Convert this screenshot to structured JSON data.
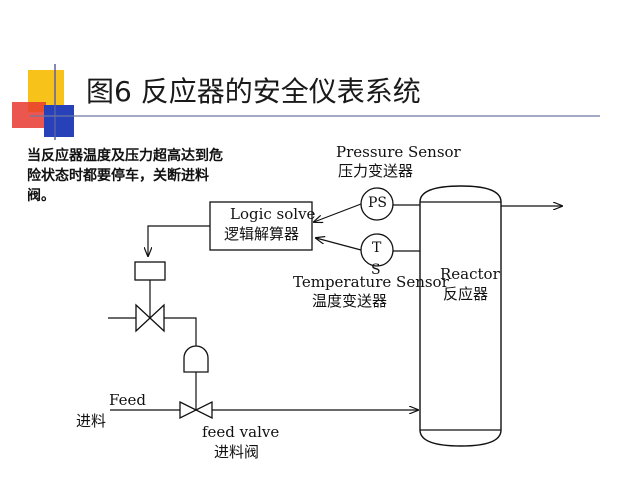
{
  "slide": {
    "title": "图6   反应器的安全仪表系统",
    "note": "当反应器温度及压力超高达到危险状态时都要停车，关断进料阀。"
  },
  "diagram": {
    "pressure_sensor": {
      "en": "Pressure Sensor",
      "zh": "压力变送器",
      "tag": "PS"
    },
    "temperature_sensor": {
      "en": "Temperature Sensor",
      "zh": "温度变送器",
      "tag_top": "T",
      "tag_bottom": "S"
    },
    "logic_solver": {
      "en": "Logic solve",
      "zh": "逻辑解算器"
    },
    "reactor": {
      "en": "Reactor",
      "zh": "反应器"
    },
    "feed": {
      "en": "Feed",
      "zh": "进料"
    },
    "feed_valve": {
      "en": "feed valve",
      "zh": "进料阀"
    }
  },
  "colors": {
    "accent_yellow": "#f7c21a",
    "accent_red": "#e8392f",
    "accent_blue": "#2741b8",
    "rule": "#6b78a3"
  }
}
